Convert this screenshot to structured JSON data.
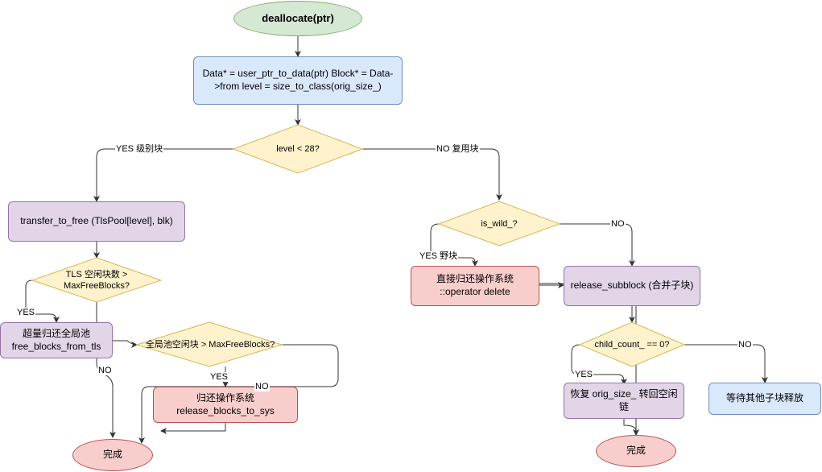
{
  "nodes": {
    "start": "deallocate(ptr)",
    "init": "Data* = user_ptr_to_data(ptr) Block* = Data->from level = size_to_class(orig_size_)",
    "level_check": "level < 28?",
    "transfer": "transfer_to_free (TlsPool[level], blk)",
    "tls_check": "TLS 空闲块数 > MaxFreeBlocks?",
    "return_global": "超量归还全局池 free_blocks_from_tls",
    "global_check": "全局池空闲块 > MaxFreeBlocks?",
    "return_os": "归还操作系统 release_blocks_to_sys",
    "done_left": "完成",
    "is_wild": "is_wild_?",
    "direct_delete": "直接归还操作系统 ::operator delete",
    "release_sub": "release_subblock (合并子块)",
    "child_check": "child_count_ == 0?",
    "restore": "恢复 orig_size_ 转回空闲链",
    "wait": "等待其他子块释放",
    "done_right": "完成"
  },
  "edge_labels": {
    "yes_level": "YES 级别块",
    "no_reuse": "NO 复用块",
    "yes_tls": "YES",
    "no_tls": "NO",
    "yes_global": "YES",
    "no_global": "NO",
    "yes_wild": "YES 野块",
    "no_wild": "NO",
    "yes_child": "YES",
    "no_child": "NO"
  },
  "colors": {
    "blue_fill": "#dae8fc",
    "purple_fill": "#e1d5e7",
    "red_fill": "#f8cecc",
    "green_fill": "#d5e8d4",
    "diamond_fill": "#fff2cc",
    "diamond_stroke": "#d6b656",
    "edge": "#333333"
  }
}
